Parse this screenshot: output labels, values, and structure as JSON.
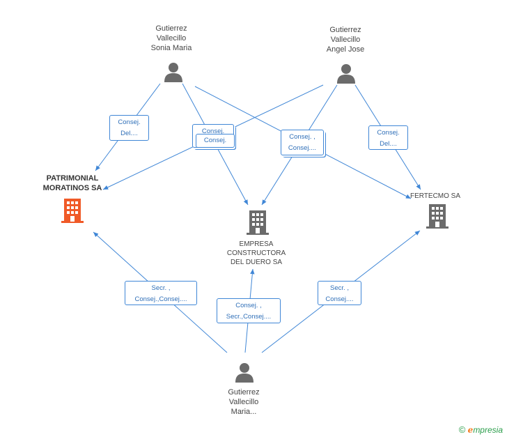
{
  "persons": [
    {
      "id": "sonia",
      "label": "Gutierrez\nVallecillo\nSonia Maria"
    },
    {
      "id": "angel",
      "label": "Gutierrez\nVallecillo\nAngel Jose"
    },
    {
      "id": "maria",
      "label": "Gutierrez\nVallecillo\nMaria..."
    }
  ],
  "companies": [
    {
      "id": "patrimonial",
      "label": "PATRIMONIAL\nMORATINOS SA",
      "highlight": true
    },
    {
      "id": "empresa",
      "label": "EMPRESA\nCONSTRUCTORA\nDEL DUERO SA",
      "highlight": false
    },
    {
      "id": "fertecmo",
      "label": "FERTECMO SA",
      "highlight": false
    }
  ],
  "relations": [
    {
      "id": "sonia-patrimonial",
      "label": "Consej.\nDel...."
    },
    {
      "id": "sonia-empresa",
      "label": "Consej."
    },
    {
      "id": "angel-patrimonial",
      "label": "Consej."
    },
    {
      "id": "sonia-fertecmo",
      "label": "Consej. ,\nConsej...."
    },
    {
      "id": "angel-fertecmo",
      "label": "Consej.\nDel...."
    },
    {
      "id": "maria-patrimonial",
      "label": "Secr. ,\nConsej.,Consej...."
    },
    {
      "id": "maria-empresa",
      "label": "Consej. ,\nSecr.,Consej...."
    },
    {
      "id": "maria-fertecmo",
      "label": "Secr. ,\nConsej...."
    }
  ],
  "colors": {
    "edge": "#3f86d6",
    "person_icon": "#6b6b6b",
    "company_icon": "#6b6b6b",
    "company_highlight": "#f05a28"
  },
  "footer": {
    "copyright": "©",
    "brand_first": "e",
    "brand_rest": "mpresia"
  }
}
